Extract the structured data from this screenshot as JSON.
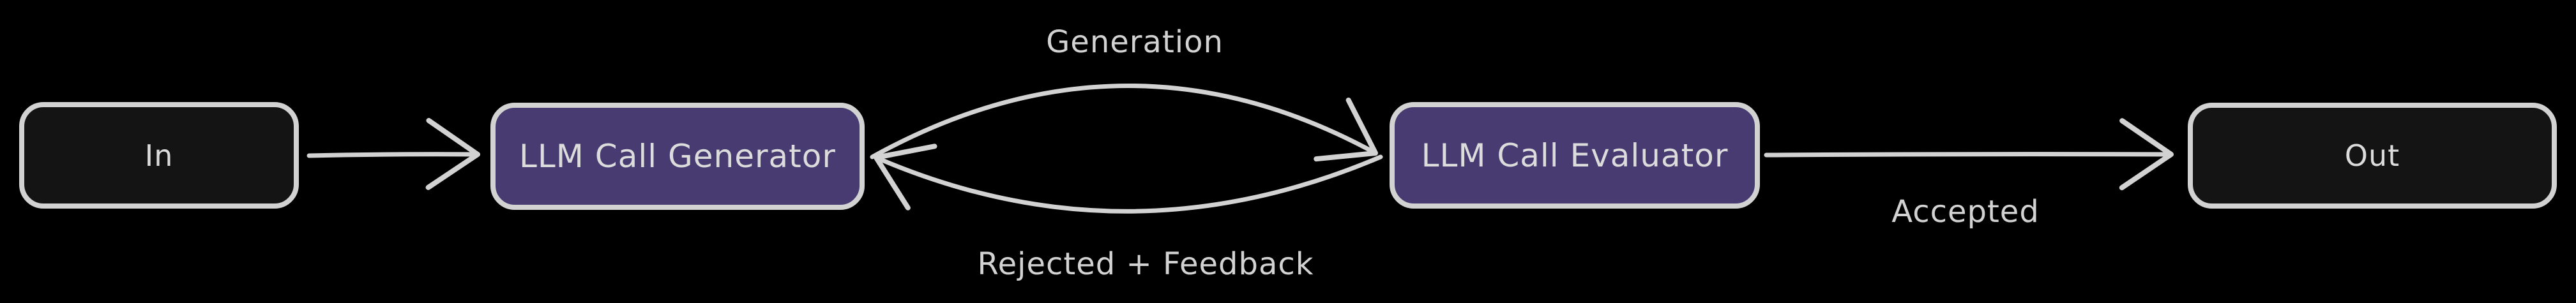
{
  "diagram": {
    "colors": {
      "background": "#000000",
      "stroke": "#d2d2d2",
      "text": "#dcdcdc",
      "io_node_fill": "#141414",
      "llm_node_fill": "#473b71"
    },
    "nodes": [
      {
        "id": "in",
        "label": "In",
        "kind": "io"
      },
      {
        "id": "generator",
        "label": "LLM Call Generator",
        "kind": "llm"
      },
      {
        "id": "evaluator",
        "label": "LLM Call Evaluator",
        "kind": "llm"
      },
      {
        "id": "out",
        "label": "Out",
        "kind": "io"
      }
    ],
    "edges": [
      {
        "from": "in",
        "to": "generator",
        "label": ""
      },
      {
        "from": "generator",
        "to": "evaluator",
        "label": "Generation",
        "label_position": "top"
      },
      {
        "from": "evaluator",
        "to": "generator",
        "label": "Rejected + Feedback",
        "label_position": "bottom"
      },
      {
        "from": "evaluator",
        "to": "out",
        "label": "Accepted",
        "label_position": "below"
      }
    ]
  }
}
